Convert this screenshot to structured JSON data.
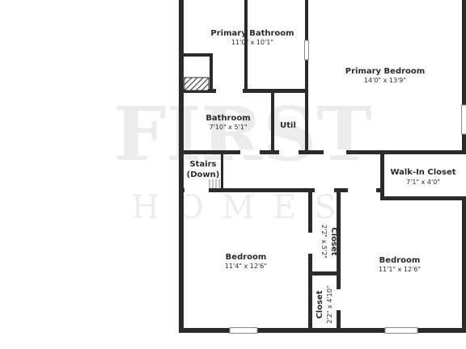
{
  "watermark": {
    "line1": "FIRST",
    "line2": "HOMES"
  },
  "rooms": {
    "primary_bathroom": {
      "name": "Primary Bathroom",
      "dims": "11'0\" x 10'1\""
    },
    "primary_bedroom": {
      "name": "Primary Bedroom",
      "dims": "14'0\" x 13'9\""
    },
    "bathroom": {
      "name": "Bathroom",
      "dims": "7'10\" x 5'1\""
    },
    "util": {
      "name": "Util"
    },
    "stairs": {
      "line1": "Stairs",
      "line2": "(Down)"
    },
    "walk_in_closet": {
      "name": "Walk-In Closet",
      "dims": "7'1\" x 4'0\""
    },
    "bedroom_left": {
      "name": "Bedroom",
      "dims": "11'4\" x 12'6\""
    },
    "bedroom_right": {
      "name": "Bedroom",
      "dims": "11'1\" x 12'6\""
    },
    "closet_upper": {
      "name": "Closet",
      "dims": "2'2\" x 5'2\""
    },
    "closet_lower": {
      "name": "Closet",
      "dims": "2'2\" x 4'10\""
    }
  },
  "colors": {
    "wall": "#2b2b2b",
    "floor": "#ffffff",
    "window": "#cfcfcf",
    "watermark": "#ececec"
  }
}
